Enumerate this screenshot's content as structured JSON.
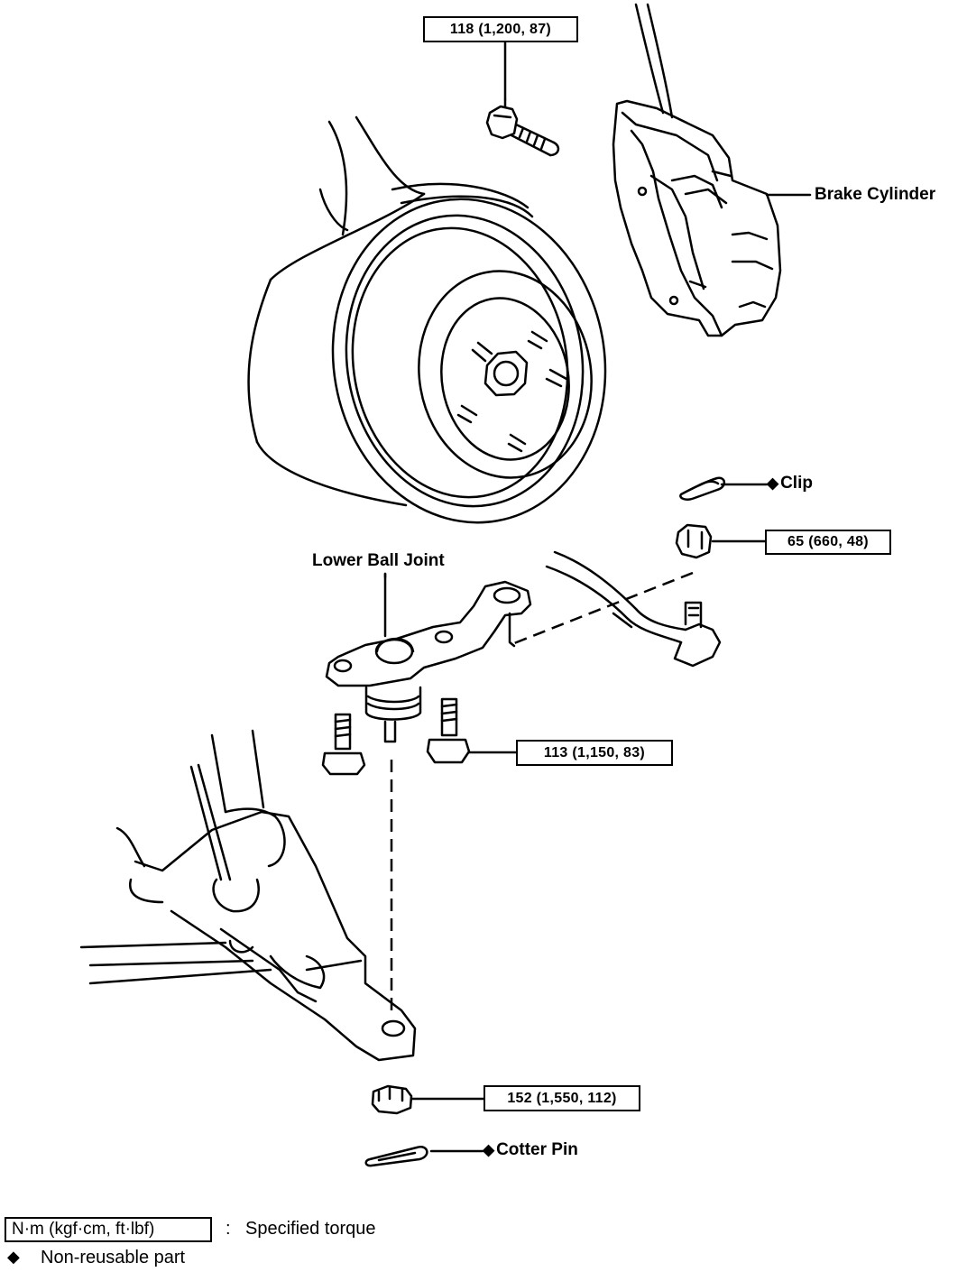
{
  "torque_specs": {
    "top_bolt": "118 (1,200, 87)",
    "tie_rod_nut": "65 (660, 48)",
    "ball_joint_bolts": "113 (1,150, 83)",
    "castle_nut": "152 (1,550, 112)"
  },
  "parts": {
    "brake_cylinder": "Brake Cylinder",
    "clip": "Clip",
    "lower_ball_joint": "Lower Ball Joint",
    "cotter_pin": "Cotter Pin"
  },
  "legend": {
    "torque_unit": "N·m (kgf·cm, ft·lbf)",
    "torque_separator": ":",
    "torque_desc": "Specified torque",
    "nonreusable_symbol": "◆",
    "nonreusable_desc": "Non-reusable part"
  },
  "symbols": {
    "nonreusable_marker": "◆"
  }
}
